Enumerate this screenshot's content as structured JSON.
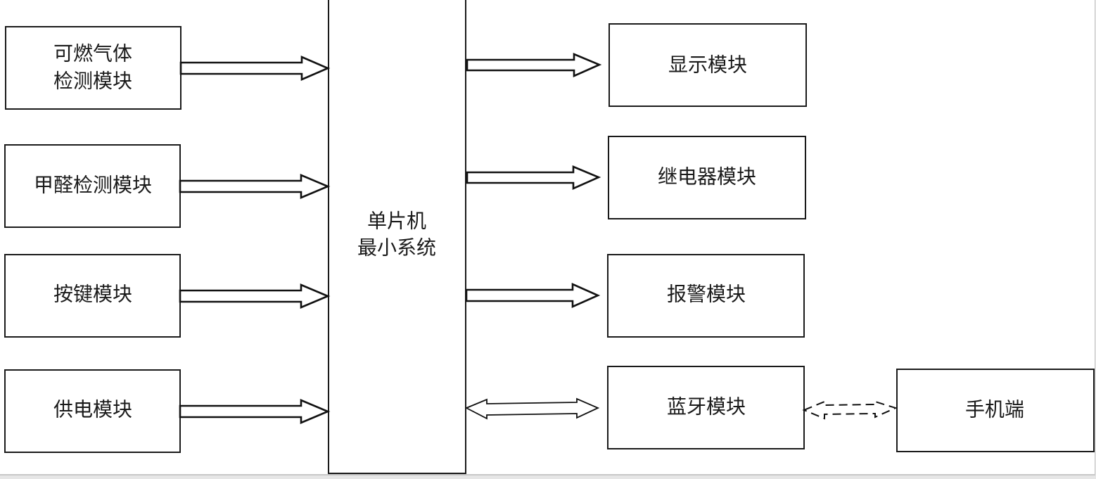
{
  "diagram": {
    "title": "",
    "center": {
      "id": "mcu",
      "lines": [
        "单片机",
        "最小系统"
      ]
    },
    "inputs": [
      {
        "id": "gas-sensor",
        "lines": [
          "可燃气体",
          "检测模块"
        ]
      },
      {
        "id": "formaldehyde-sensor",
        "lines": [
          "甲醛检测模块"
        ]
      },
      {
        "id": "keypad",
        "lines": [
          "按键模块"
        ]
      },
      {
        "id": "power-supply",
        "lines": [
          "供电模块"
        ]
      }
    ],
    "outputs": [
      {
        "id": "display",
        "lines": [
          "显示模块"
        ]
      },
      {
        "id": "relay",
        "lines": [
          "继电器模块"
        ]
      },
      {
        "id": "alarm",
        "lines": [
          "报警模块"
        ]
      },
      {
        "id": "bluetooth",
        "lines": [
          "蓝牙模块"
        ]
      }
    ],
    "external": [
      {
        "id": "phone",
        "lines": [
          "手机端"
        ]
      }
    ],
    "edges": [
      {
        "from": "gas-sensor",
        "to": "mcu",
        "type": "one-way"
      },
      {
        "from": "formaldehyde-sensor",
        "to": "mcu",
        "type": "one-way"
      },
      {
        "from": "keypad",
        "to": "mcu",
        "type": "one-way"
      },
      {
        "from": "power-supply",
        "to": "mcu",
        "type": "one-way"
      },
      {
        "from": "mcu",
        "to": "display",
        "type": "one-way"
      },
      {
        "from": "mcu",
        "to": "relay",
        "type": "one-way"
      },
      {
        "from": "mcu",
        "to": "alarm",
        "type": "one-way"
      },
      {
        "from": "mcu",
        "to": "bluetooth",
        "type": "two-way"
      },
      {
        "from": "bluetooth",
        "to": "phone",
        "type": "two-way-wireless"
      }
    ]
  }
}
